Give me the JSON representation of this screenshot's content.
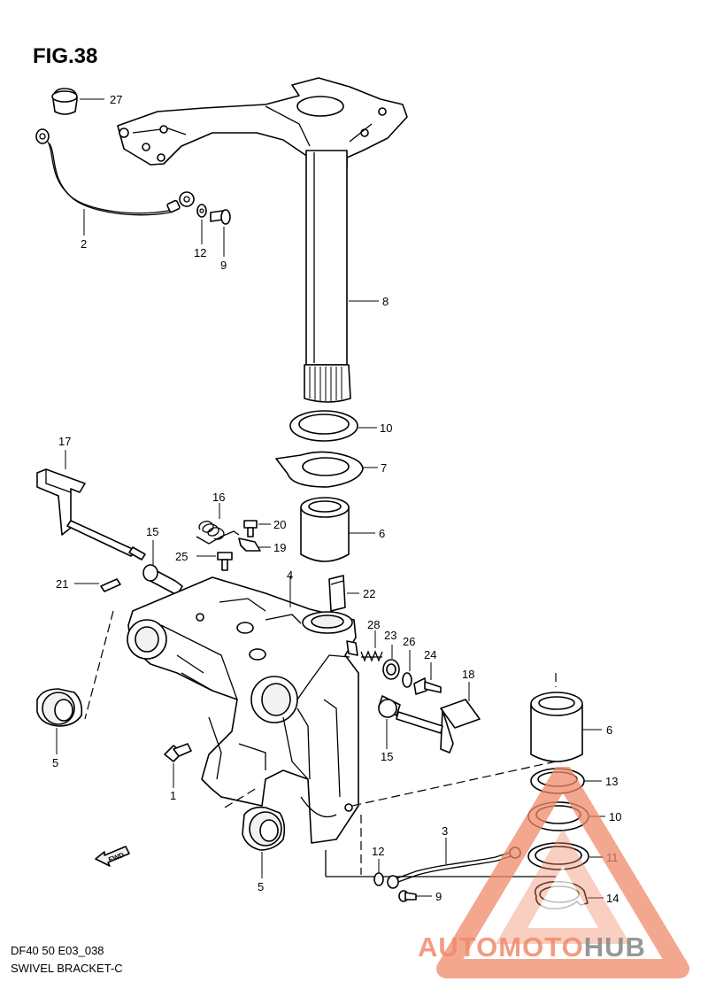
{
  "figure": {
    "title": "FIG.38",
    "code": "DF40 50 E03_038",
    "name": "SWIVEL BRACKET-C"
  },
  "callouts": [
    "27",
    "2",
    "12",
    "9",
    "8",
    "10",
    "7",
    "17",
    "16",
    "20",
    "15",
    "19",
    "6",
    "25",
    "4",
    "21",
    "22",
    "28",
    "23",
    "26",
    "24",
    "5",
    "18",
    "6",
    "1",
    "15",
    "13",
    "10",
    "3",
    "12",
    "11",
    "5",
    "9",
    "14"
  ],
  "fwd_label": "FWD",
  "watermark": {
    "part1": "AUTOMOTO",
    "part2": "HUB",
    "color_main": "#f08a6a",
    "color_accent": "#f4b860",
    "color_dark": "#8c8c8c"
  }
}
